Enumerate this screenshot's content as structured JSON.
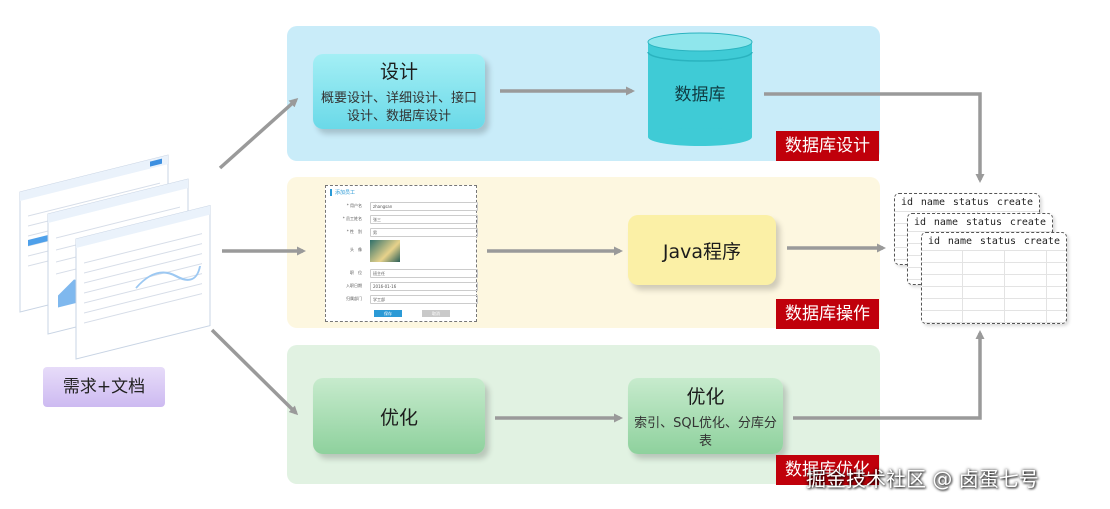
{
  "requirements": {
    "label": "需求+文档"
  },
  "design": {
    "card_title": "设计",
    "card_desc": "概要设计、详细设计、接口设计、数据库设计",
    "db_label": "数据库",
    "tag": "数据库设计"
  },
  "operations": {
    "program_label": "Java程序",
    "tag": "数据库操作",
    "form": {
      "title": "添加员工",
      "fields": [
        {
          "label": "* 用户名",
          "value": "zhangsan"
        },
        {
          "label": "* 员工姓名",
          "value": "张三"
        },
        {
          "label": "* 性　别",
          "value": "男"
        },
        {
          "label": "头　像",
          "value": ""
        },
        {
          "label": "职　位",
          "value": "班主任"
        },
        {
          "label": "入职日期",
          "value": "2016-01-16"
        },
        {
          "label": "归属部门",
          "value": "学工部"
        }
      ],
      "buttons": [
        "保存",
        "取消"
      ]
    }
  },
  "optimization": {
    "card1_title": "优化",
    "card2_title": "优化",
    "card2_desc": "索引、SQL优化、分库分表",
    "tag": "数据库优化"
  },
  "table": {
    "columns": [
      "id",
      "name",
      "status",
      "create"
    ]
  },
  "watermark": "掘金技术社区 @ 卤蛋七号",
  "colors": {
    "design_lane": "#c9ecf9",
    "operations_lane": "#fdf7e0",
    "optimization_lane": "#e1f2e2",
    "tag": "#c0000b",
    "arrow": "#9a9a9a"
  }
}
